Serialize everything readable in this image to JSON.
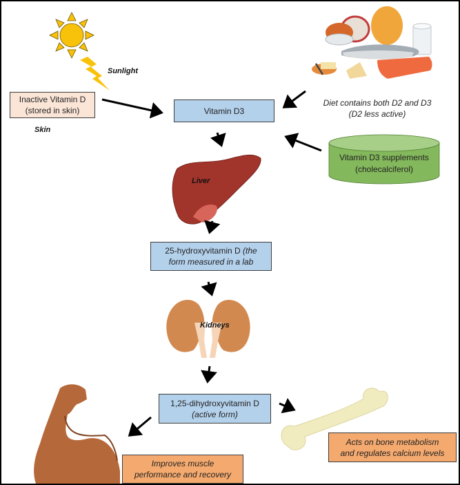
{
  "title": "Vitamin D metabolism pathway",
  "nodes": {
    "inactive_d": {
      "line1": "Inactive Vitamin D",
      "line2": "(stored in skin)"
    },
    "vitamin_d3": {
      "line1": "Vitamin D3"
    },
    "hydroxy25": {
      "line1_plain": "25-hydroxyvitamin D ",
      "line1_italic": "(the",
      "line2": "form measured in a lab"
    },
    "dihydroxy": {
      "line1": "1,25-dihydroxyvitamin D",
      "line2": "(active form)"
    },
    "supplements": {
      "line1": "Vitamin D3 supplements",
      "line2": "(cholecalciferol)"
    },
    "muscle": {
      "line1": "Improves muscle",
      "line2": "performance and recovery"
    },
    "bone": {
      "line1": "Acts on bone metabolism",
      "line2": "and regulates calcium levels"
    }
  },
  "labels": {
    "sunlight": "Sunlight",
    "skin": "Skin",
    "liver": "Liver",
    "kidneys": "Kidneys",
    "diet_line1": "Diet contains both D2 and D3",
    "diet_line2": "(D2 less active)"
  },
  "colors": {
    "blue_box": "#b4d1ec",
    "peach_box": "#fbe5d7",
    "orange_box": "#f4a96e",
    "cylinder": "#84b85c",
    "sun": "#f9c20a",
    "liver": "#a1342b",
    "kidney": "#d2894f",
    "bone": "#f1ecc0",
    "arm": "#b5683a"
  }
}
